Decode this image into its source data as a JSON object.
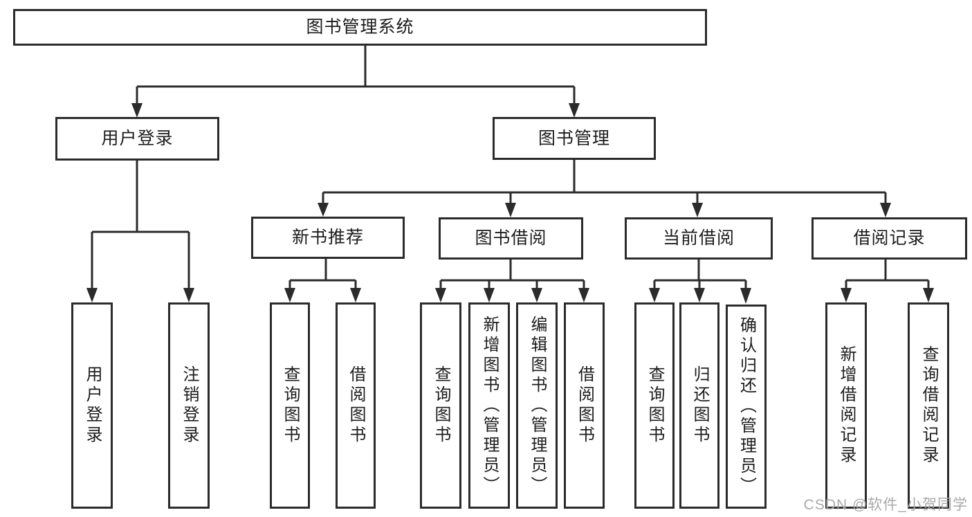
{
  "tree": {
    "label": "图书管理系统",
    "children": [
      {
        "label": "用户登录",
        "children": [
          {
            "label": "用户登录"
          },
          {
            "label": "注销登录"
          }
        ]
      },
      {
        "label": "图书管理",
        "children": [
          {
            "label": "新书推荐",
            "children": [
              {
                "label": "查询图书"
              },
              {
                "label": "借阅图书"
              }
            ]
          },
          {
            "label": "图书借阅",
            "children": [
              {
                "label": "查询图书"
              },
              {
                "label": "新增图书（管理员）"
              },
              {
                "label": "编辑图书（管理员）"
              },
              {
                "label": "借阅图书"
              }
            ]
          },
          {
            "label": "当前借阅",
            "children": [
              {
                "label": "查询图书"
              },
              {
                "label": "归还图书"
              },
              {
                "label": "确认归还（管理员）"
              }
            ]
          },
          {
            "label": "借阅记录",
            "children": [
              {
                "label": "新增借阅记录"
              },
              {
                "label": "查询借阅记录"
              }
            ]
          }
        ]
      }
    ]
  },
  "watermark": {
    "text": "CSDN @软件_小贺同学"
  },
  "colors": {
    "line": "#2b2b2b",
    "box_border": "#2b2b2b",
    "text": "#1c1c1c",
    "background": "#ffffff",
    "watermark": "#a9a9a9"
  }
}
